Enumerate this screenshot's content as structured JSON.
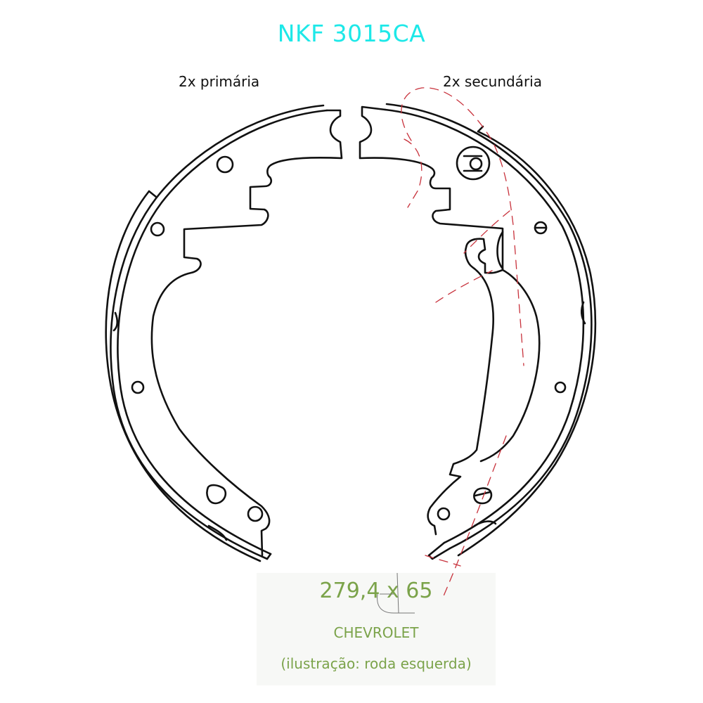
{
  "title": "NKF 3015CA",
  "labels": {
    "primary": "2x primária",
    "secondary": "2x secundária"
  },
  "info": {
    "dimensions": "279,4 x 65",
    "brand": "CHEVROLET",
    "note": "(ilustração: roda esquerda)"
  },
  "colors": {
    "title": "#1de8e8",
    "info_text": "#7ba34a",
    "line": "#111111",
    "annotation_dashes": "#c8323c",
    "info_background": "#f7f8f6"
  },
  "parts": [
    {
      "id": "primary-shoe",
      "side": "left",
      "quantity": "2x"
    },
    {
      "id": "secondary-shoe",
      "side": "right",
      "quantity": "2x"
    }
  ]
}
